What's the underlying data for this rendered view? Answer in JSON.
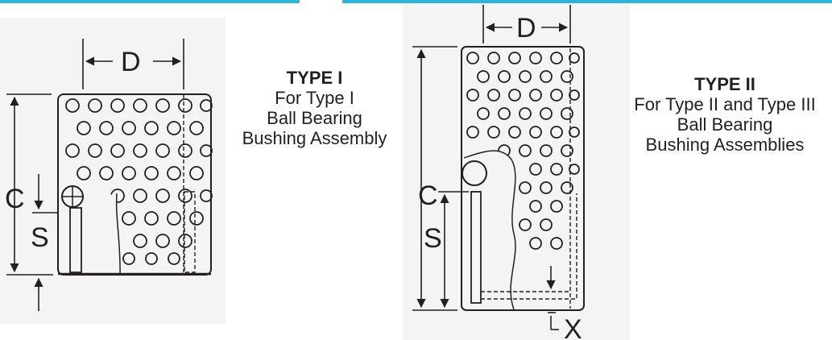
{
  "colors": {
    "accent_rule": "#29b6d8",
    "ink": "#231f20",
    "panel": "#f4f4f4"
  },
  "type1": {
    "dims": {
      "d": "D",
      "c": "C",
      "s": "S"
    },
    "caption": {
      "title": "TYPE I",
      "lines": [
        "For Type I",
        "Ball Bearing",
        "Bushing Assembly"
      ]
    }
  },
  "type2": {
    "dims": {
      "d": "D",
      "c": "C",
      "s": "S",
      "x": "X"
    },
    "caption": {
      "title": "TYPE II",
      "lines": [
        "For Type II and Type III",
        "Ball Bearing",
        "Bushing Assemblies"
      ]
    }
  }
}
